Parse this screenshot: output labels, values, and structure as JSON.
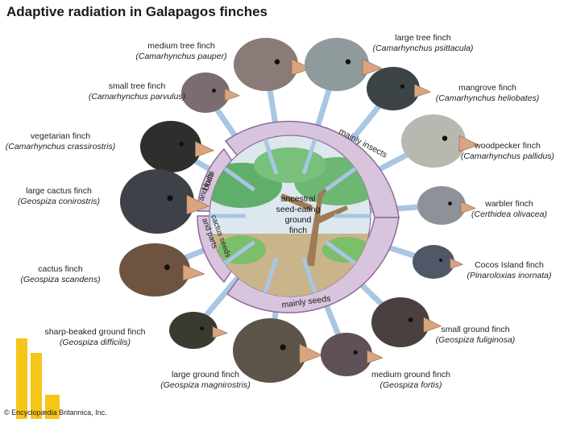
{
  "title": "Adaptive radiation in Galapagos finches",
  "center": {
    "lines": [
      "ancestral",
      "seed-eating",
      "ground",
      "finch"
    ]
  },
  "food_groups": {
    "insects": "mainly insects",
    "buds": [
      "buds",
      "and fruits"
    ],
    "cactus": [
      "cactus seeds",
      "and parts"
    ],
    "seeds": "mainly seeds"
  },
  "finches": [
    {
      "common": "medium tree finch",
      "latin": "(Camarhynchus pauper)",
      "color": "#8a7a78"
    },
    {
      "common": "large tree finch",
      "latin": "(Camarhynchus psittacula)",
      "color": "#8e9a9c"
    },
    {
      "common": "small tree finch",
      "latin": "(Camarhynchus parvulus)",
      "color": "#7a6c70"
    },
    {
      "common": "mangrove finch",
      "latin": "(Camarhynchus heliobates)",
      "color": "#3c4448"
    },
    {
      "common": "vegetarian finch",
      "latin": "(Camarhynchus crassirostris)",
      "color": "#2e2e2c"
    },
    {
      "common": "woodpecker finch",
      "latin": "(Camarhynchus pallidus)",
      "color": "#b8b8b0"
    },
    {
      "common": "large cactus finch",
      "latin": "(Geospiza conirostris)",
      "color": "#3e4248"
    },
    {
      "common": "warbler finch",
      "latin": "(Certhidea olivacea)",
      "color": "#8c9298"
    },
    {
      "common": "cactus finch",
      "latin": "(Geospiza scandens)",
      "color": "#6e5440"
    },
    {
      "common": "Cocos Island finch",
      "latin": "(Pinaroloxias inornata)",
      "color": "#505868"
    },
    {
      "common": "sharp-beaked ground finch",
      "latin": "(Geospiza difficilis)",
      "color": "#3a3a30"
    },
    {
      "common": "small ground finch",
      "latin": "(Geospiza fuliginosa)",
      "color": "#4a4040"
    },
    {
      "common": "large ground finch",
      "latin": "(Geospiza magnirostris)",
      "color": "#5c5448"
    },
    {
      "common": "medium ground finch",
      "latin": "(Geospiza fortis)",
      "color": "#605058"
    }
  ],
  "copyright": "© Encyclopædia Britannica, Inc.",
  "colors": {
    "ring": "#d8c4dc",
    "ring_stroke": "#8e6a9a",
    "spoke": "#a9c6e3",
    "inner": "#dce8ee",
    "tree": "#a07a55",
    "foliage": "#5fae6a"
  }
}
